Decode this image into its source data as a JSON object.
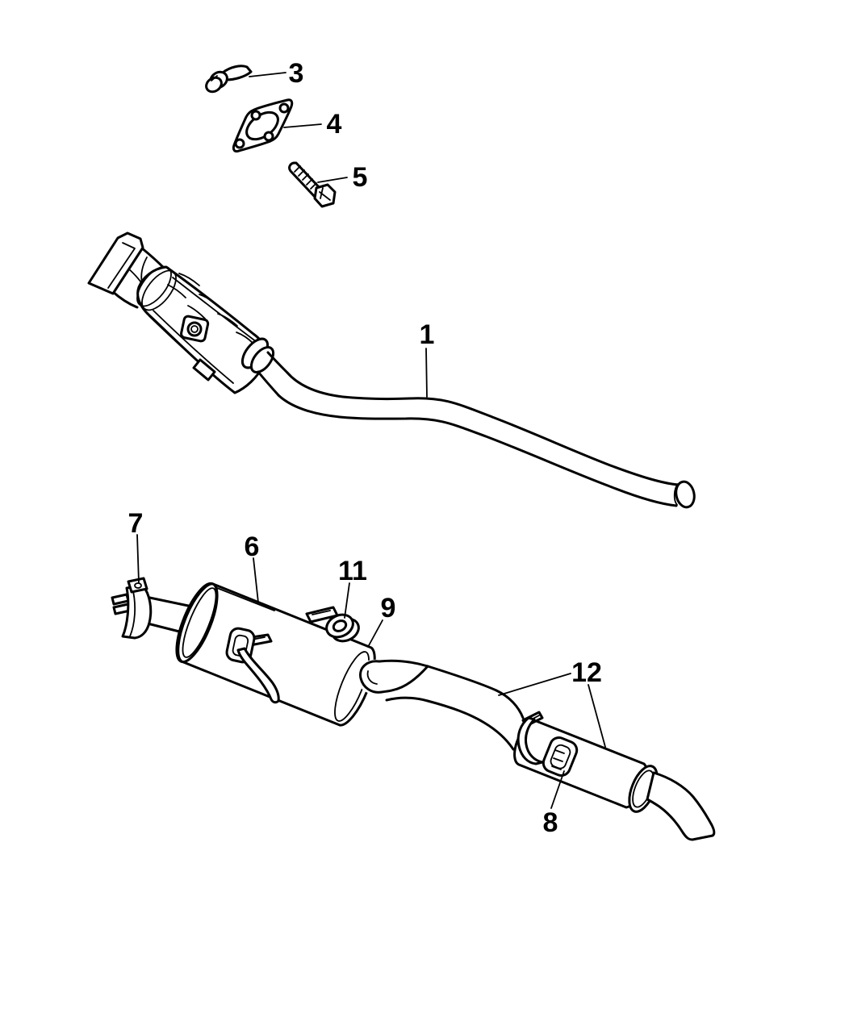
{
  "diagram": {
    "type": "exploded-parts-line-drawing",
    "subject": "exhaust-system",
    "background_color": "#ffffff",
    "line_color": "#000000",
    "callouts": [
      {
        "number": "3",
        "part": "exhaust-hanger-bracket"
      },
      {
        "number": "4",
        "part": "flange-gasket"
      },
      {
        "number": "5",
        "part": "flange-bolt"
      },
      {
        "number": "1",
        "part": "front-pipe-with-catalytic-converter"
      },
      {
        "number": "7",
        "part": "front-band-clamp"
      },
      {
        "number": "6",
        "part": "muffler"
      },
      {
        "number": "11",
        "part": "clamp"
      },
      {
        "number": "9",
        "part": "muffler-outlet-pipe"
      },
      {
        "number": "12",
        "part": "tailpipe-with-resonator"
      },
      {
        "number": "8",
        "part": "hanger-insulator"
      }
    ]
  }
}
